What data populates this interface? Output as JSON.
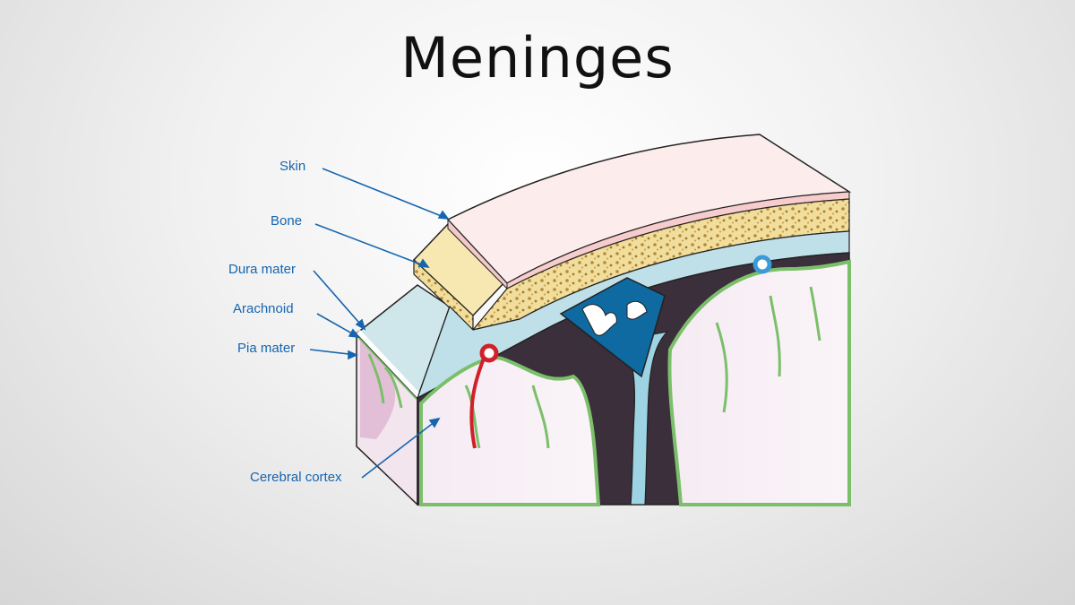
{
  "slide": {
    "title": "Meninges"
  },
  "labels": {
    "skin": "Skin",
    "bone": "Bone",
    "dura_mater": "Dura mater",
    "arachnoid": "Arachnoid",
    "pia_mater": "Pia mater",
    "cerebral_cortex": "Cerebral cortex"
  },
  "colors": {
    "label_text": "#1565b0",
    "pointer_line": "#1565b0",
    "skin": "#fbe6e6",
    "bone": "#f3e3a8",
    "dura": "#bfe0e8",
    "arachnoid_space": "#3a2f3a",
    "pia": "#7bbf6a",
    "cortex": "#f3e4ee",
    "sinus": "#0e6aa0",
    "artery": "#d0202a",
    "vein": "#3a9bd8"
  }
}
